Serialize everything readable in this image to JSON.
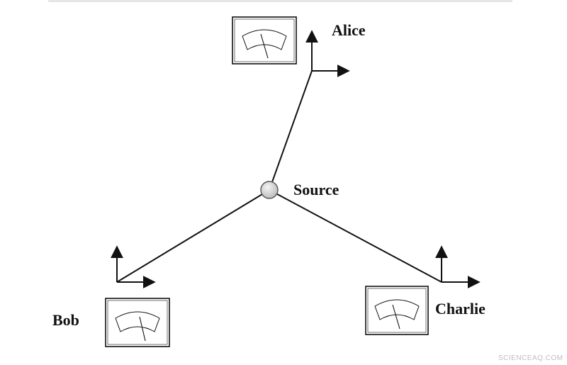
{
  "labels": {
    "alice": "Alice",
    "source": "Source",
    "bob": "Bob",
    "charlie": "Charlie"
  },
  "watermark": "SCIENCEAQ.COM",
  "colors": {
    "stroke": "#111111",
    "background": "#ffffff",
    "source_fill": "#d9d9d9",
    "top_bar": "#e6e6e6",
    "watermark": "#bdbdbd"
  }
}
